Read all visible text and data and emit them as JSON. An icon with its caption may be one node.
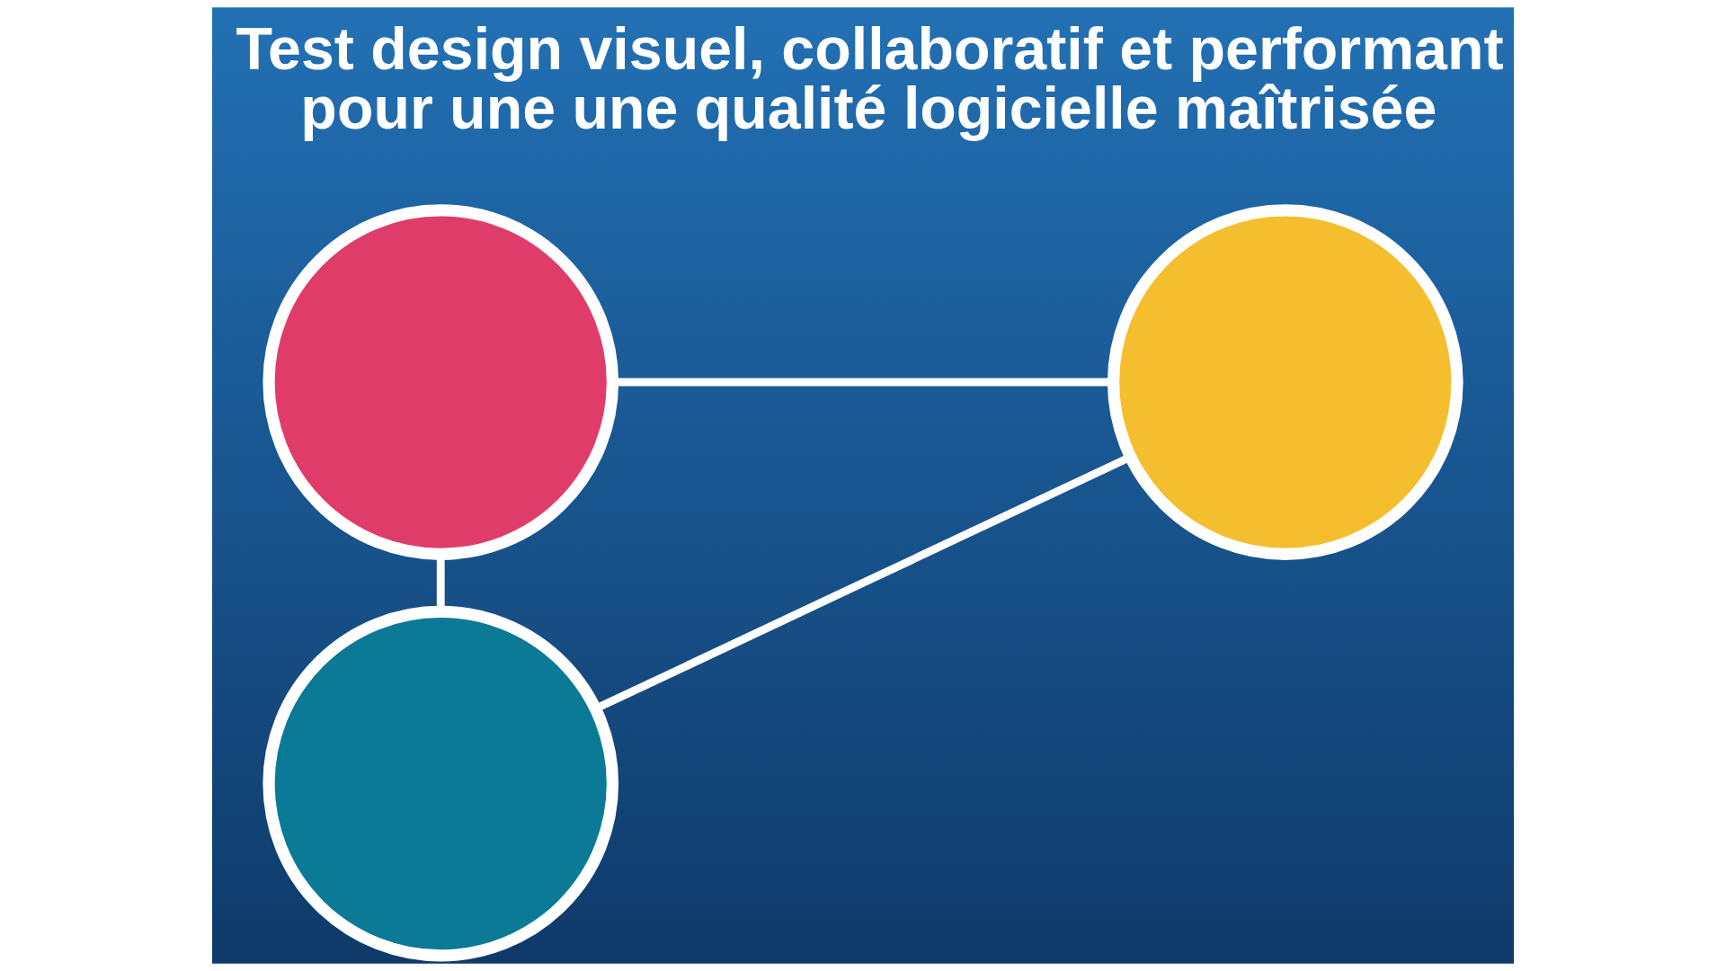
{
  "diagram": {
    "title": "Test design visuel, collaboratif et performant pour une une qualité logicielle maîtrisée",
    "nodes": [
      {
        "text": [],
        "shape": "circle"
      },
      {
        "text": [],
        "shape": "circle"
      },
      {
        "text": [],
        "shape": "circle"
      }
    ],
    "edges": [
      {
        "from": 0,
        "to": 2,
        "arrow": "none"
      },
      {
        "from": 0,
        "to": 1,
        "arrow": "none"
      },
      {
        "from": 1,
        "to": 2,
        "arrow": "none"
      }
    ]
  }
}
